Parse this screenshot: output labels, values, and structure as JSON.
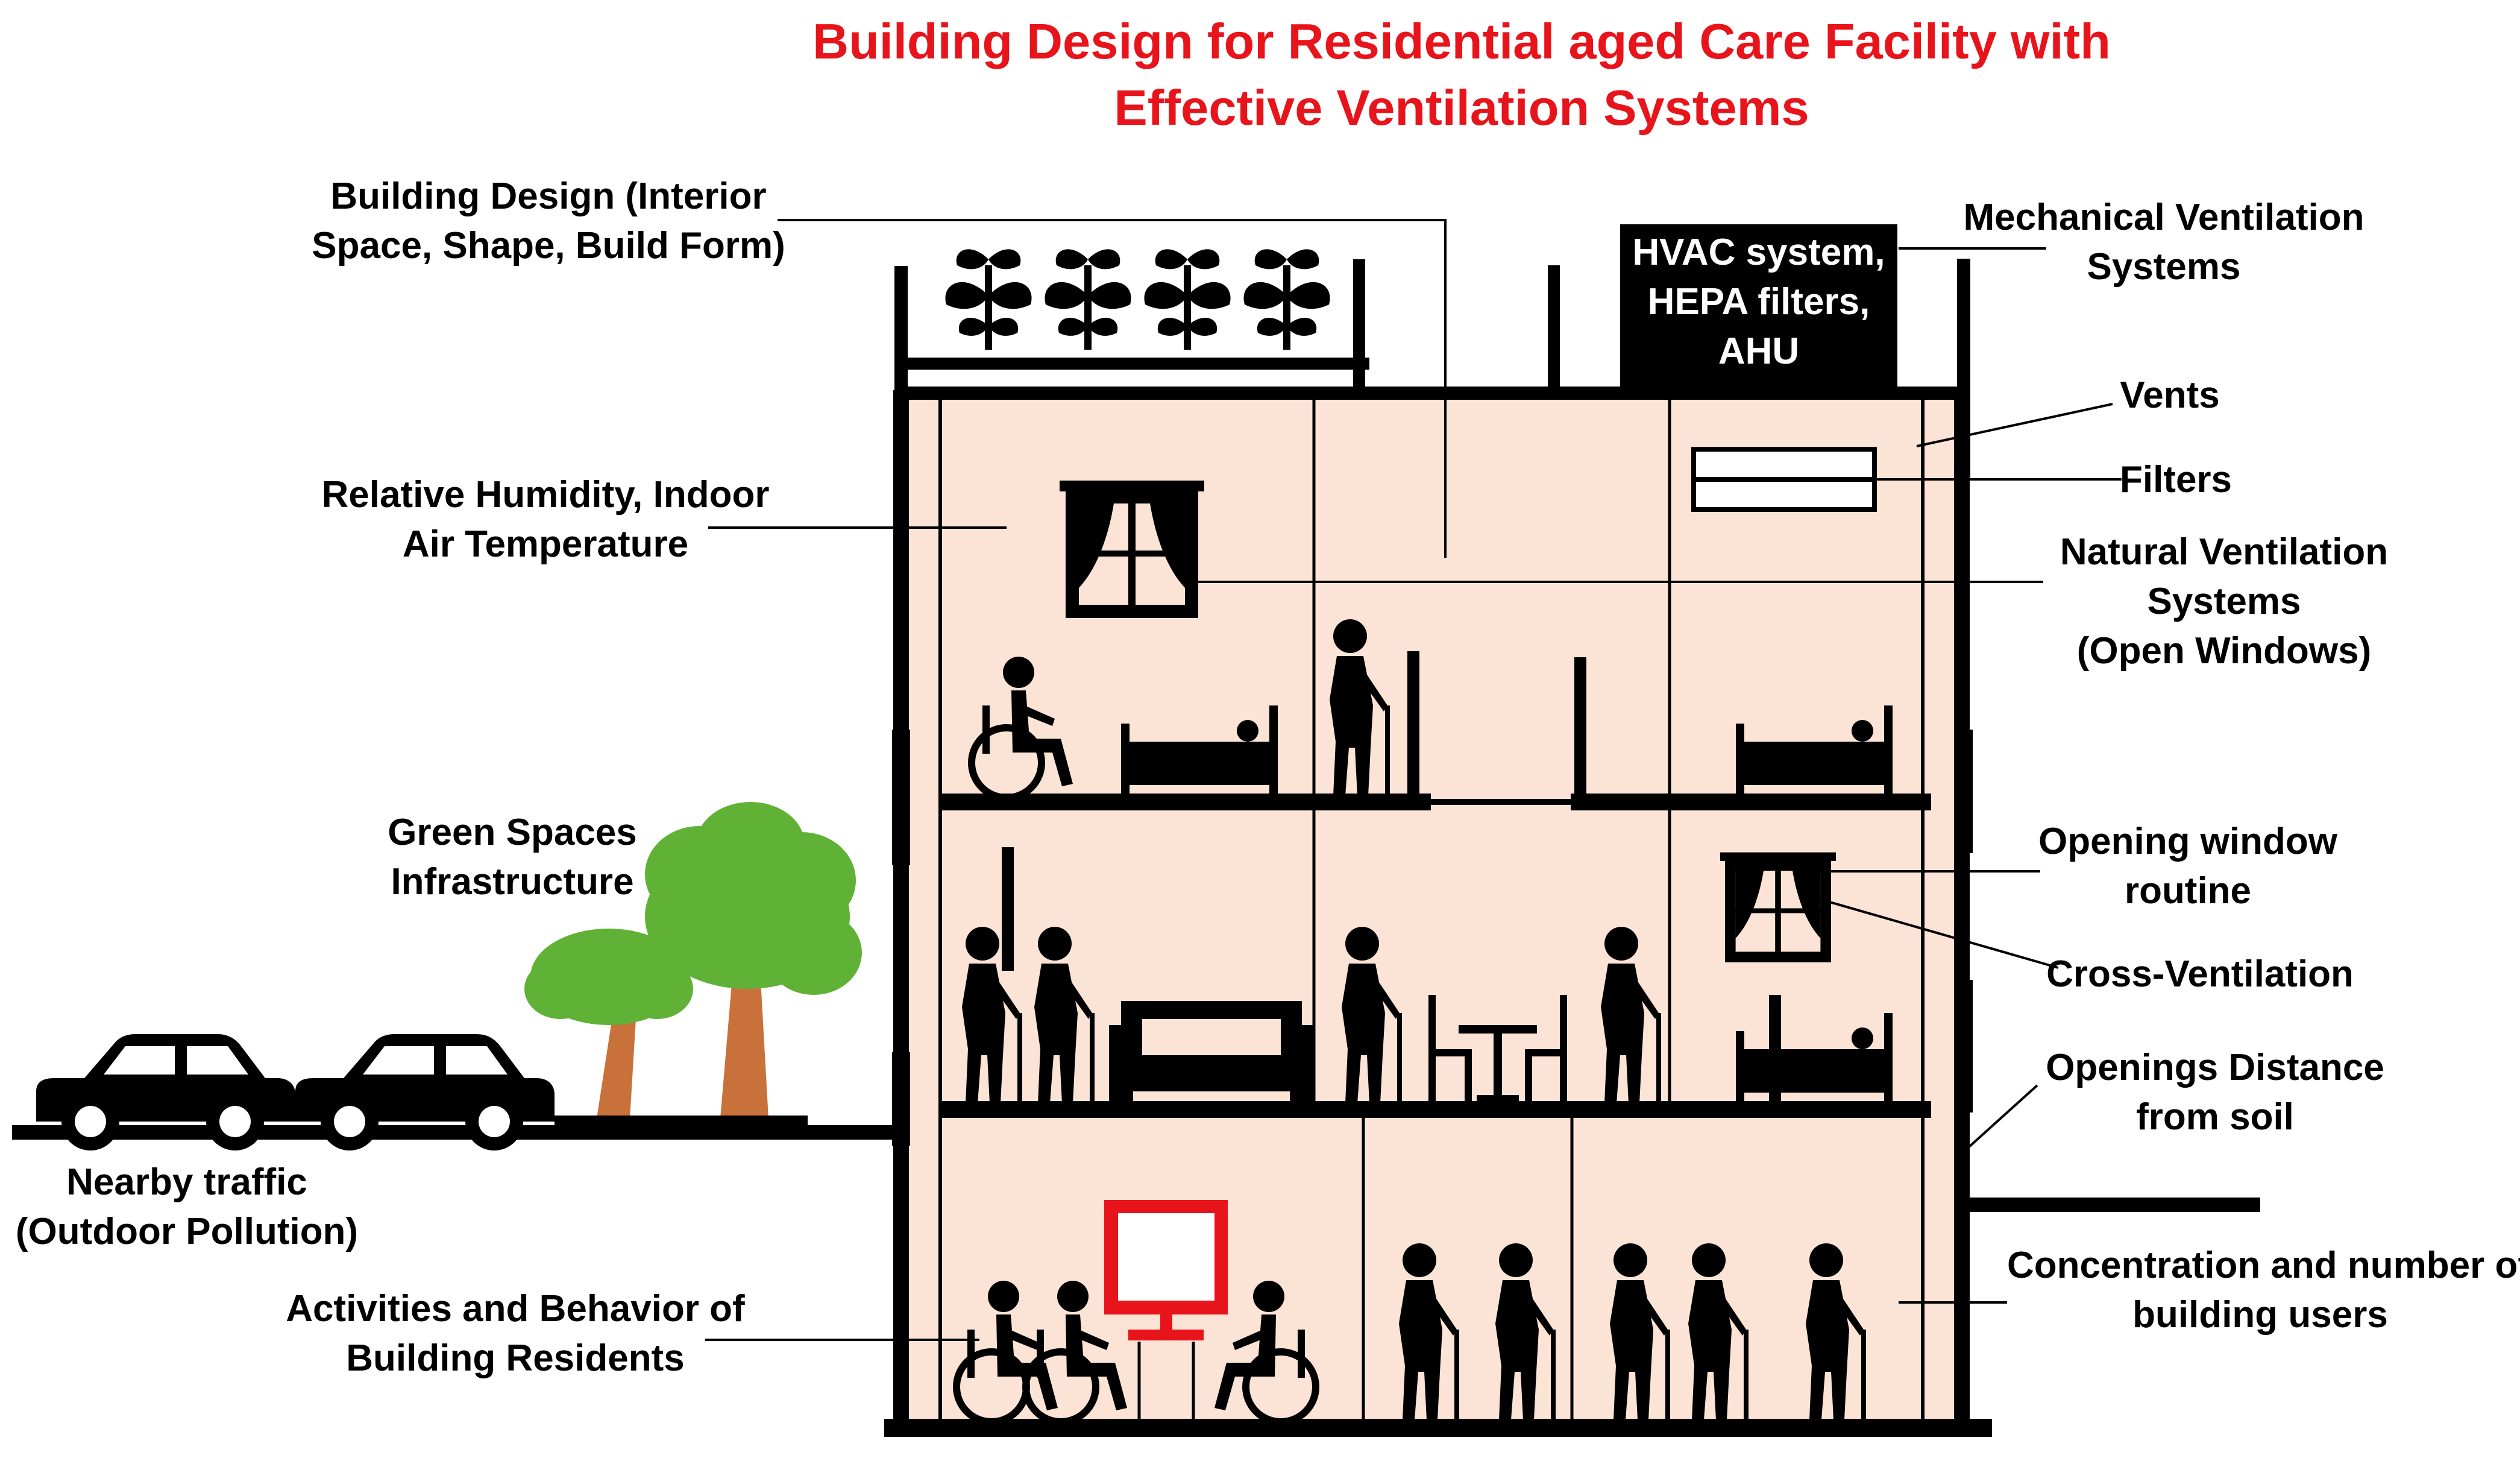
{
  "title": {
    "line1": "Building Design for Residential aged Care Facility with",
    "line2": "Effective Ventilation Systems",
    "color": "#e8141b"
  },
  "colors": {
    "building_fill": "#fbe3d6",
    "outline": "#000000",
    "tv": "#e8141b",
    "tree_green": "#5fb236",
    "tree_trunk": "#c9713a"
  },
  "labels": {
    "building_design": [
      "Building Design (Interior",
      "Space, Shape, Build Form)"
    ],
    "humidity": [
      "Relative Humidity, Indoor",
      "Air Temperature"
    ],
    "green_spaces": [
      "Green Spaces",
      "Infrastructure"
    ],
    "traffic": [
      "Nearby traffic",
      "(Outdoor Pollution)"
    ],
    "activities": [
      "Activities and Behavior of",
      "Building Residents"
    ],
    "mechanical": [
      "Mechanical Ventilation",
      "Systems"
    ],
    "vents": "Vents",
    "filters": "Filters",
    "natural": [
      "Natural Ventilation",
      "Systems",
      "(Open Windows)"
    ],
    "opening_routine": [
      "Opening window",
      "routine"
    ],
    "cross_ventilation": "Cross-Ventilation",
    "openings_distance": [
      "Openings Distance",
      "from soil"
    ],
    "concentration": [
      "Concentration and number of",
      "building users"
    ]
  },
  "hvac_box": [
    "HVAC system,",
    "HEPA filters,",
    "AHU"
  ],
  "icons": [
    "plant-icon",
    "car-icon",
    "tree-icon",
    "window-icon",
    "wheelchair-icon",
    "bed-icon",
    "elderly-cane-icon",
    "sofa-icon",
    "table-chairs-icon",
    "tv-icon",
    "vent-icon"
  ]
}
